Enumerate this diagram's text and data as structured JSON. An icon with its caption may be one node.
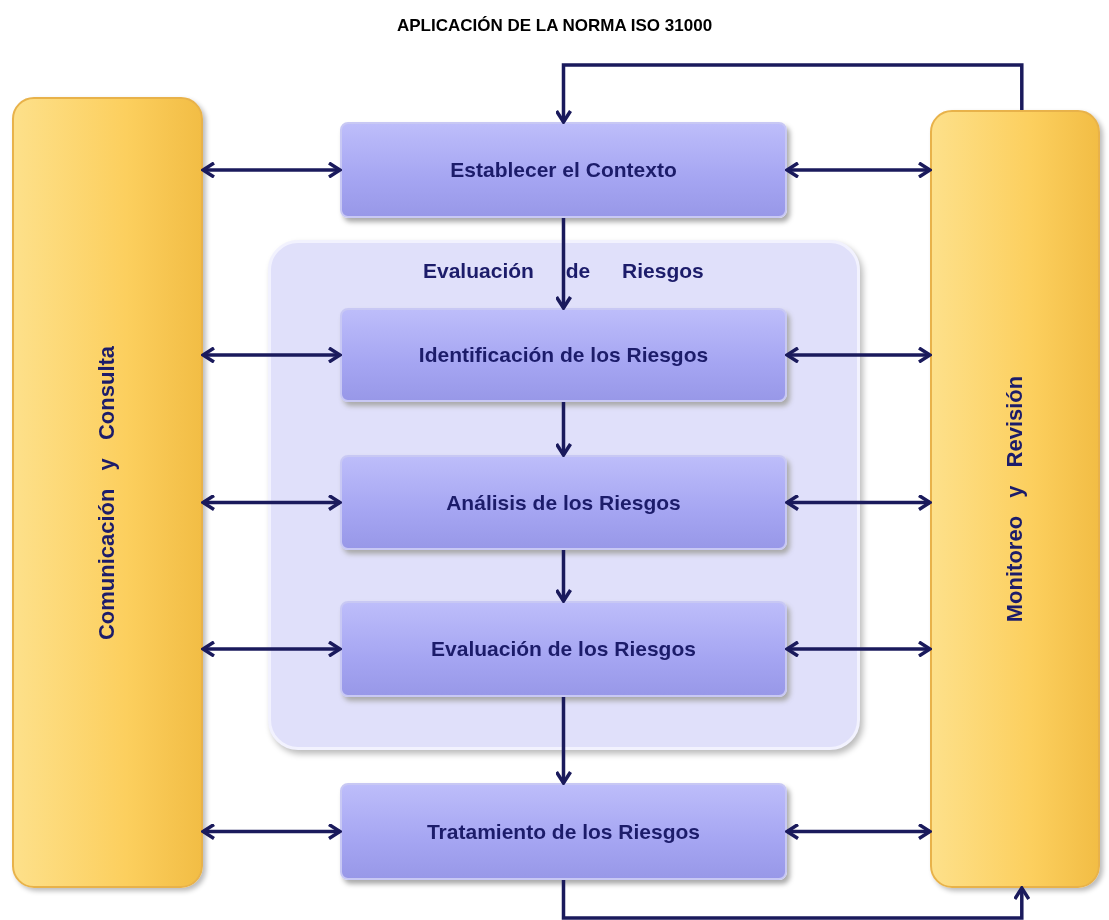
{
  "diagram": {
    "title": "APLICACIÓN DE LA NORMA ISO 31000",
    "nodes": [
      {
        "text": [
          "Comunicación y Consulta"
        ]
      },
      {
        "text": [
          "Establecer el Contexto"
        ]
      },
      {
        "text": [
          "Evaluación de Riesgos"
        ]
      },
      {
        "text": [
          "Identificación de los Riesgos"
        ],
        "in": 2
      },
      {
        "text": [
          "Análisis de los Riesgos"
        ],
        "in": 2
      },
      {
        "text": [
          "Evaluación de los Riesgos"
        ],
        "in": 2
      },
      {
        "text": [
          "Tratamiento de los Riesgos"
        ]
      },
      {
        "text": [
          "Monitoreo y Revisión"
        ]
      }
    ],
    "edges": [
      {
        "from": 0,
        "to": 1,
        "arrow": "both"
      },
      {
        "from": 1,
        "to": 7,
        "arrow": "both"
      },
      {
        "from": 1,
        "to": 3,
        "arrow": "to"
      },
      {
        "from": 0,
        "to": 3,
        "arrow": "both"
      },
      {
        "from": 3,
        "to": 7,
        "arrow": "both"
      },
      {
        "from": 3,
        "to": 4,
        "arrow": "to"
      },
      {
        "from": 0,
        "to": 4,
        "arrow": "both"
      },
      {
        "from": 4,
        "to": 7,
        "arrow": "both"
      },
      {
        "from": 4,
        "to": 5,
        "arrow": "to"
      },
      {
        "from": 0,
        "to": 5,
        "arrow": "both"
      },
      {
        "from": 5,
        "to": 7,
        "arrow": "both"
      },
      {
        "from": 5,
        "to": 6,
        "arrow": "to"
      },
      {
        "from": 0,
        "to": 6,
        "arrow": "both"
      },
      {
        "from": 6,
        "to": 7,
        "arrow": "both"
      },
      {
        "from": 6,
        "to": 7,
        "arrow": "to"
      },
      {
        "from": 7,
        "to": 1,
        "arrow": "to"
      }
    ]
  }
}
